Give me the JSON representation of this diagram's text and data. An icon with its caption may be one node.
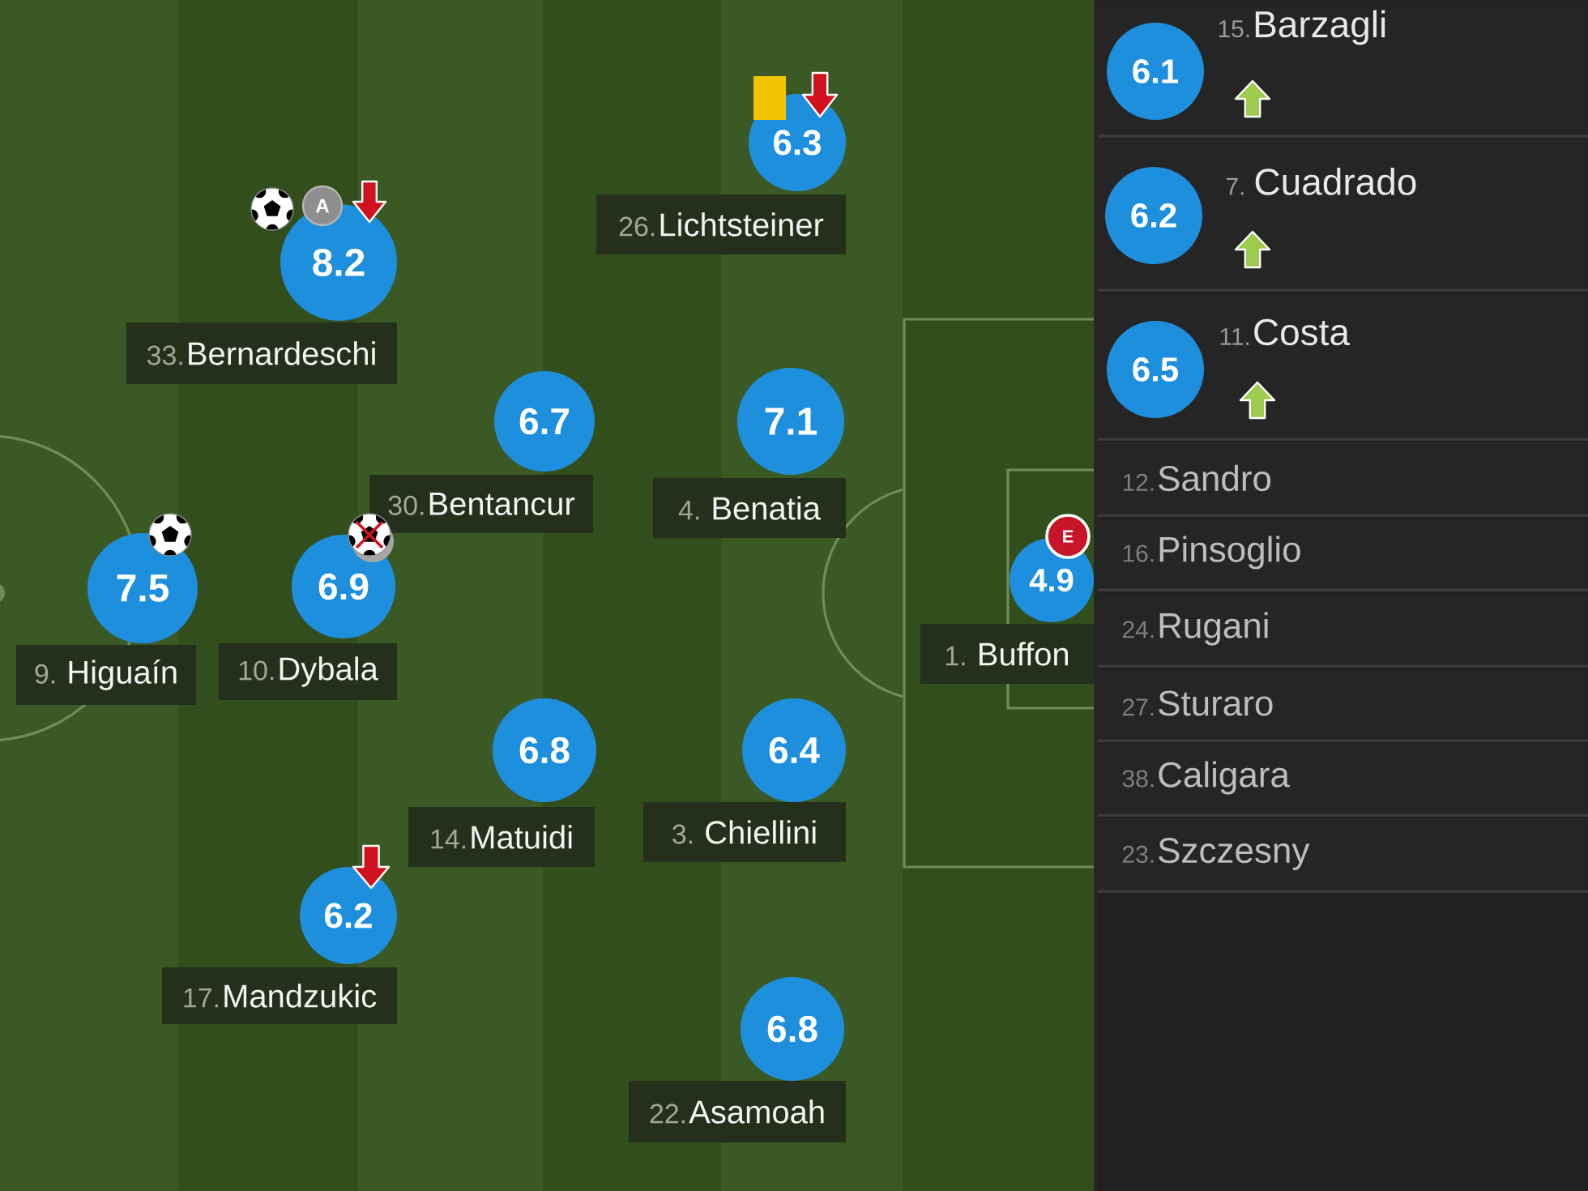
{
  "diagram": {
    "nodes": [
      {
        "text": [
          "8.2"
        ]
      },
      {
        "text": [
          "A"
        ]
      },
      {
        "text": [
          "33.",
          "Bernardeschi"
        ]
      },
      {
        "text": [
          "6.3"
        ]
      },
      {
        "text": [
          "26.",
          "Lichtsteiner"
        ]
      },
      {
        "text": [
          "6.7"
        ]
      },
      {
        "text": [
          "30.",
          "Bentancur"
        ]
      },
      {
        "text": [
          "7.1"
        ]
      },
      {
        "text": [
          "4.",
          "Benatia"
        ]
      },
      {
        "text": [
          "7.5"
        ]
      },
      {
        "text": [
          "9.",
          "Higuaín"
        ]
      },
      {
        "text": [
          "6.9"
        ]
      },
      {
        "text": [
          "10.",
          "Dybala"
        ]
      },
      {
        "text": [
          "4.9"
        ]
      },
      {
        "text": [
          "E"
        ]
      },
      {
        "text": [
          "1.",
          "Buffon"
        ]
      },
      {
        "text": [
          "6.8"
        ]
      },
      {
        "text": [
          "14.",
          "Matuidi"
        ]
      },
      {
        "text": [
          "6.4"
        ]
      },
      {
        "text": [
          "3.",
          "Chiellini"
        ]
      },
      {
        "text": [
          "6.2"
        ]
      },
      {
        "text": [
          "17.",
          "Mandzukic"
        ]
      },
      {
        "text": [
          "6.8"
        ]
      },
      {
        "text": [
          "22.",
          "Asamoah"
        ]
      },
      {
        "text": [
          "15.",
          "Barzagli"
        ]
      },
      {
        "text": [
          "6.1"
        ],
        "in": 24
      },
      {
        "text": [
          "7.",
          "Cuadrado"
        ]
      },
      {
        "text": [
          "6.2"
        ],
        "in": 26
      },
      {
        "text": [
          "11.",
          "Costa"
        ]
      },
      {
        "text": [
          "6.5"
        ],
        "in": 28
      },
      {
        "text": [
          "12.",
          "Sandro"
        ]
      },
      {
        "text": [
          "16.",
          "Pinsoglio"
        ]
      },
      {
        "text": [
          "24.",
          "Rugani"
        ]
      },
      {
        "text": [
          "27.",
          "Sturaro"
        ]
      },
      {
        "text": [
          "38.",
          "Caligara"
        ]
      },
      {
        "text": [
          "23.",
          "Szczesny"
        ]
      }
    ]
  }
}
